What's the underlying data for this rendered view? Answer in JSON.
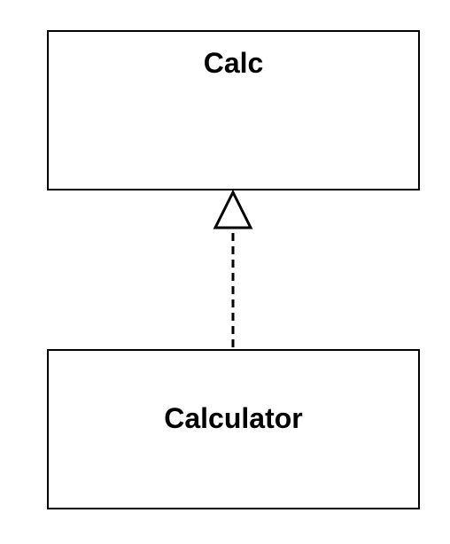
{
  "diagram": {
    "type": "uml-class-diagram",
    "classes": [
      {
        "id": "calc",
        "name": "Calc"
      },
      {
        "id": "calculator",
        "name": "Calculator"
      }
    ],
    "relations": [
      {
        "from": "calculator",
        "to": "calc",
        "kind": "realization",
        "line_style": "dashed",
        "arrowhead": "hollow-triangle"
      }
    ],
    "colors": {
      "stroke": "#000000",
      "fill": "#ffffff",
      "text": "#000000"
    }
  }
}
